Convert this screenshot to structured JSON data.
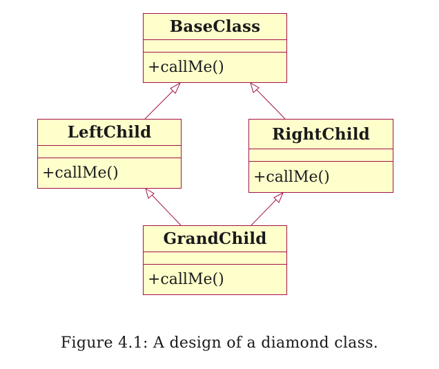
{
  "classes": {
    "base": {
      "name": "BaseClass",
      "operation": "+callMe()"
    },
    "left": {
      "name": "LeftChild",
      "operation": "+callMe()"
    },
    "right": {
      "name": "RightChild",
      "operation": "+callMe()"
    },
    "grand": {
      "name": "GrandChild",
      "operation": "+callMe()"
    }
  },
  "caption": "Figure 4.1: A design of a diamond class.",
  "colors": {
    "border": "#a0104a",
    "fill": "#ffffcc",
    "edge": "#a0104a"
  }
}
